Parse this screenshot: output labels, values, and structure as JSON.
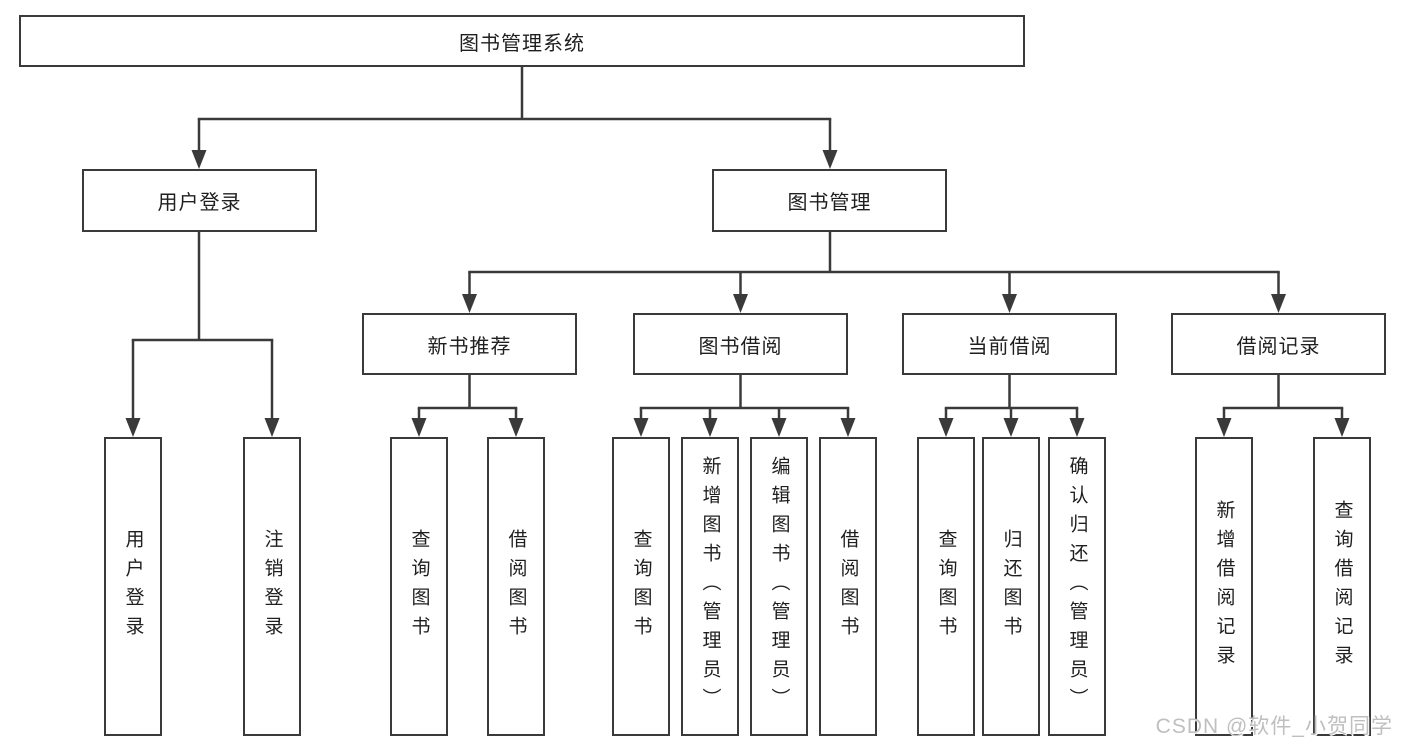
{
  "tree": {
    "label": "图书管理系统",
    "children": [
      {
        "label": "用户登录",
        "children": [
          {
            "label": "用户登录"
          },
          {
            "label": "注销登录"
          }
        ]
      },
      {
        "label": "图书管理",
        "children": [
          {
            "label": "新书推荐",
            "children": [
              {
                "label": "查询图书"
              },
              {
                "label": "借阅图书"
              }
            ]
          },
          {
            "label": "图书借阅",
            "children": [
              {
                "label": "查询图书"
              },
              {
                "label": "新增图书（管理员）"
              },
              {
                "label": "编辑图书（管理员）"
              },
              {
                "label": "借阅图书"
              }
            ]
          },
          {
            "label": "当前借阅",
            "children": [
              {
                "label": "查询图书"
              },
              {
                "label": "归还图书"
              },
              {
                "label": "确认归还（管理员）"
              }
            ]
          },
          {
            "label": "借阅记录",
            "children": [
              {
                "label": "新增借阅记录"
              },
              {
                "label": "查询借阅记录"
              }
            ]
          }
        ]
      }
    ]
  },
  "watermark": {
    "text": "CSDN @软件_小贺同学"
  },
  "colors": {
    "line": "#3a3a3a",
    "text": "#1f1f1f",
    "watermark": "#bfbfbf",
    "background": "#ffffff"
  }
}
